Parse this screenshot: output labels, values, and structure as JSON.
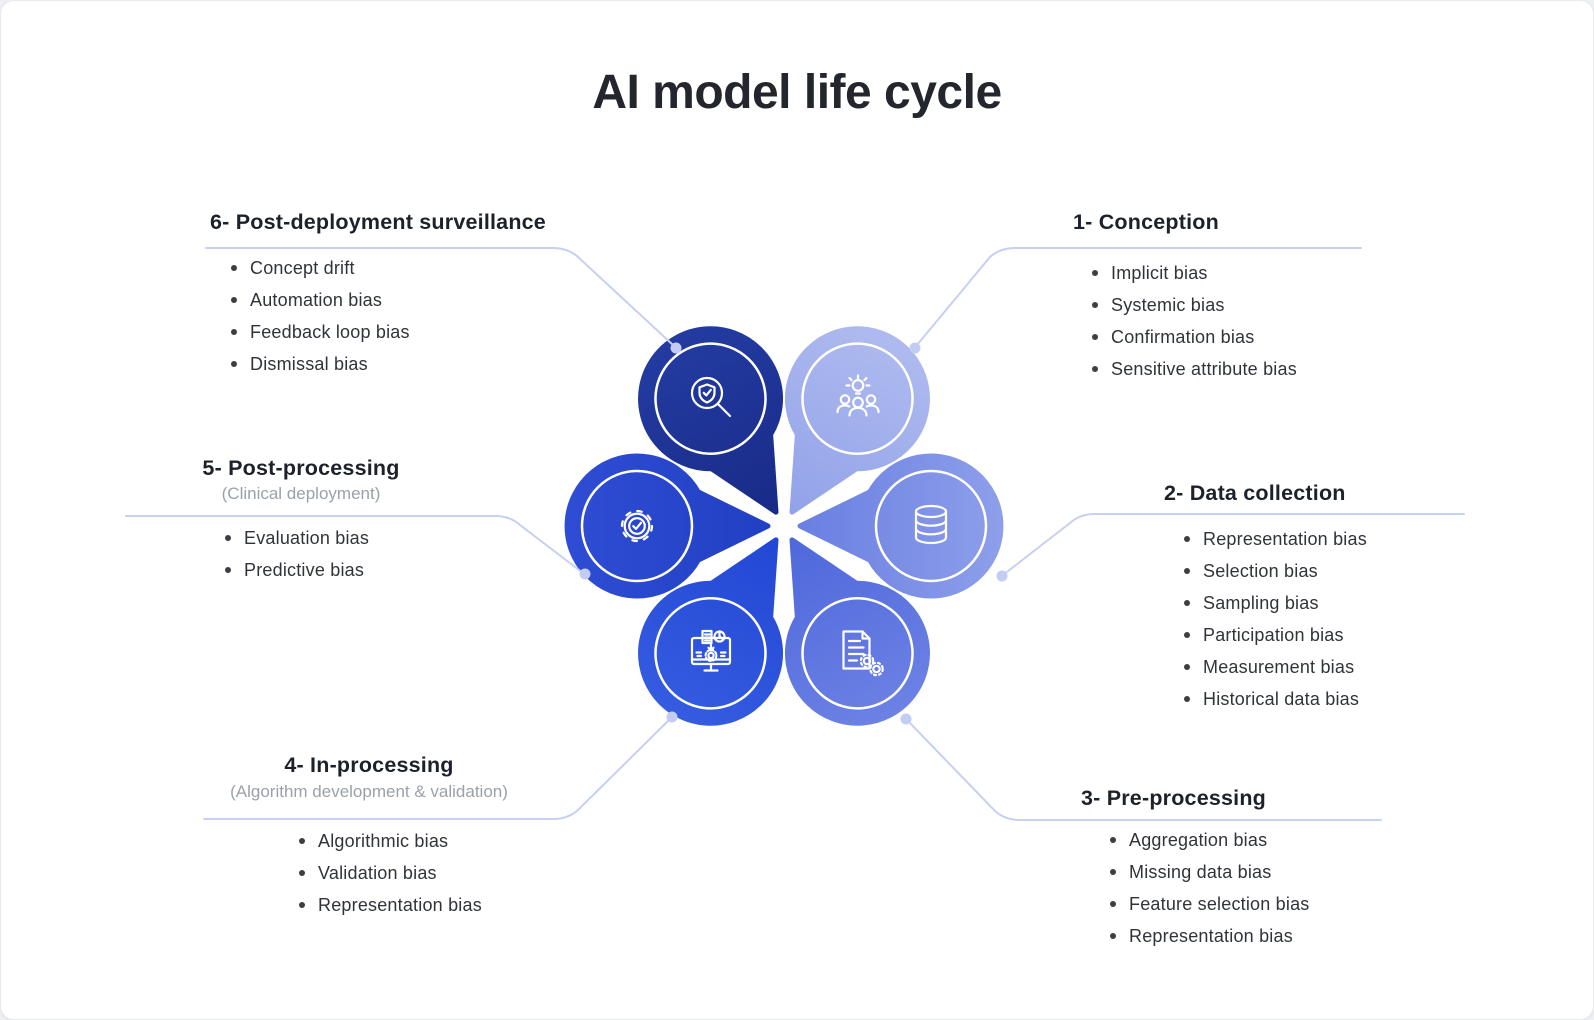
{
  "title": "AI model life cycle",
  "sections": [
    {
      "heading": "1- Conception",
      "subtitle": "",
      "items": [
        "Implicit bias",
        "Systemic bias",
        "Confirmation bias",
        "Sensitive attribute bias"
      ]
    },
    {
      "heading": "2- Data collection",
      "subtitle": "",
      "items": [
        "Representation bias",
        "Selection bias",
        "Sampling bias",
        "Participation bias",
        "Measurement bias",
        "Historical data bias"
      ]
    },
    {
      "heading": "3- Pre-processing",
      "subtitle": "",
      "items": [
        "Aggregation bias",
        "Missing data bias",
        "Feature selection bias",
        "Representation bias"
      ]
    },
    {
      "heading": "4- In-processing",
      "subtitle": "(Algorithm development & validation)",
      "items": [
        "Algorithmic bias",
        "Validation bias",
        "Representation bias"
      ]
    },
    {
      "heading": "5- Post-processing",
      "subtitle": "(Clinical deployment)",
      "items": [
        "Evaluation bias",
        "Predictive bias"
      ]
    },
    {
      "heading": "6- Post-deployment surveillance",
      "subtitle": "",
      "items": [
        "Concept drift",
        "Automation bias",
        "Feedback loop bias",
        "Dismissal bias"
      ]
    }
  ],
  "petals": [
    {
      "stage": "Conception",
      "icon": "team-idea-icon",
      "color": "#a2afec"
    },
    {
      "stage": "Data collection",
      "icon": "database-icon",
      "color": "#7b8fe6"
    },
    {
      "stage": "Pre-processing",
      "icon": "document-gears-icon",
      "color": "#5c74e0"
    },
    {
      "stage": "In-processing",
      "icon": "monitor-algorithm-icon",
      "color": "#2b4fd8"
    },
    {
      "stage": "Post-processing",
      "icon": "gear-check-icon",
      "color": "#2944c9"
    },
    {
      "stage": "Post-deployment surveillance",
      "icon": "shield-magnifier-icon",
      "color": "#1e3191"
    }
  ],
  "colors": {
    "connector": "#c7d0f3",
    "connector_dot": "#c3cdf4",
    "heading_text": "#1d2129",
    "body_text": "#30343a",
    "subtitle_text": "#9aa1ab",
    "title_text": "#23262c",
    "card_background": "#ffffff"
  }
}
